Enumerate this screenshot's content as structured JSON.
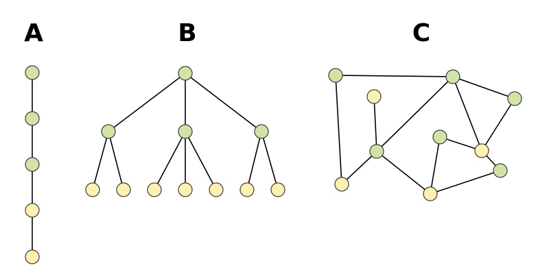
{
  "colors": {
    "green": "#d2e4a5",
    "yellow": "#fdf1b0",
    "edge": "#000000",
    "outline": "#3a3a3a"
  },
  "panels": [
    {
      "label": "A",
      "nodes": [
        {
          "id": "a1",
          "color": "green"
        },
        {
          "id": "a2",
          "color": "green"
        },
        {
          "id": "a3",
          "color": "green"
        },
        {
          "id": "a4",
          "color": "yellow"
        },
        {
          "id": "a5",
          "color": "yellow"
        }
      ],
      "edges": [
        [
          "a1",
          "a2"
        ],
        [
          "a2",
          "a3"
        ],
        [
          "a3",
          "a4"
        ],
        [
          "a4",
          "a5"
        ]
      ]
    },
    {
      "label": "B",
      "nodes": [
        {
          "id": "b0",
          "color": "green"
        },
        {
          "id": "b1",
          "color": "green"
        },
        {
          "id": "b2",
          "color": "green"
        },
        {
          "id": "b3",
          "color": "green"
        },
        {
          "id": "b4",
          "color": "yellow"
        },
        {
          "id": "b5",
          "color": "yellow"
        },
        {
          "id": "b6",
          "color": "yellow"
        },
        {
          "id": "b7",
          "color": "yellow"
        },
        {
          "id": "b8",
          "color": "yellow"
        },
        {
          "id": "b9",
          "color": "yellow"
        },
        {
          "id": "b10",
          "color": "yellow"
        }
      ],
      "edges": [
        [
          "b0",
          "b1"
        ],
        [
          "b0",
          "b2"
        ],
        [
          "b0",
          "b3"
        ],
        [
          "b1",
          "b4"
        ],
        [
          "b1",
          "b5"
        ],
        [
          "b2",
          "b6"
        ],
        [
          "b2",
          "b7"
        ],
        [
          "b2",
          "b8"
        ],
        [
          "b3",
          "b9"
        ],
        [
          "b3",
          "b10"
        ]
      ]
    },
    {
      "label": "C",
      "nodes": [
        {
          "id": "c1",
          "color": "green"
        },
        {
          "id": "c2",
          "color": "green"
        },
        {
          "id": "c3",
          "color": "green"
        },
        {
          "id": "c4",
          "color": "yellow"
        },
        {
          "id": "c5",
          "color": "green"
        },
        {
          "id": "c6",
          "color": "green"
        },
        {
          "id": "c7",
          "color": "yellow"
        },
        {
          "id": "c8",
          "color": "green"
        },
        {
          "id": "c9",
          "color": "yellow"
        },
        {
          "id": "c10",
          "color": "yellow"
        }
      ],
      "edges": [
        [
          "c1",
          "c2"
        ],
        [
          "c1",
          "c9"
        ],
        [
          "c9",
          "c5"
        ],
        [
          "c4",
          "c5"
        ],
        [
          "c5",
          "c2"
        ],
        [
          "c5",
          "c10"
        ],
        [
          "c2",
          "c3"
        ],
        [
          "c2",
          "c7"
        ],
        [
          "c3",
          "c7"
        ],
        [
          "c6",
          "c7"
        ],
        [
          "c6",
          "c10"
        ],
        [
          "c7",
          "c8"
        ],
        [
          "c10",
          "c8"
        ]
      ]
    }
  ]
}
